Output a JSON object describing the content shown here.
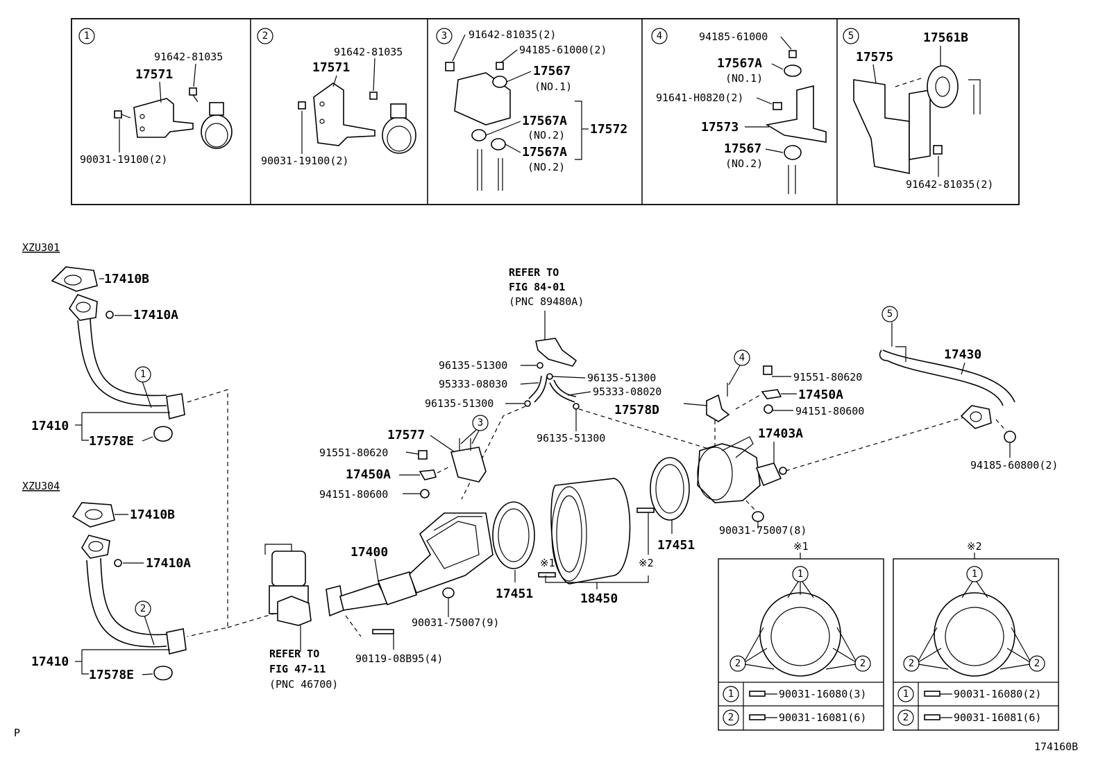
{
  "detail_boxes": {
    "d1": {
      "num": "1",
      "a": "91642-81035",
      "b": "17571",
      "c": "90031-19100(2)"
    },
    "d2": {
      "num": "2",
      "a": "91642-81035",
      "b": "17571",
      "c": "90031-19100(2)"
    },
    "d3": {
      "num": "3",
      "a": "91642-81035(2)",
      "b": "94185-61000(2)",
      "c": "17567",
      "c_sub": "(NO.1)",
      "d": "17567A",
      "d_sub": "(NO.2)",
      "e": "17567A",
      "e_sub": "(NO.2)",
      "f": "17572"
    },
    "d4": {
      "num": "4",
      "a": "94185-61000",
      "b": "17567A",
      "b_sub": "(NO.1)",
      "c": "91641-H0820(2)",
      "d": "17573",
      "e": "17567",
      "e_sub": "(NO.2)"
    },
    "d5": {
      "num": "5",
      "a": "17575",
      "b": "17561B",
      "c": "91642-81035(2)"
    }
  },
  "models": {
    "m1": "XZU301",
    "m2": "XZU304"
  },
  "parts": {
    "p17410B_1": "17410B",
    "p17410A_1": "17410A",
    "p17410_1": "17410",
    "p17578E_1": "17578E",
    "p17410B_2": "17410B",
    "p17410A_2": "17410A",
    "p17410_2": "17410",
    "p17578E_2": "17578E",
    "refer1_l1": "REFER TO",
    "refer1_l2": "FIG 84-01",
    "refer1_l3": "(PNC 89480A)",
    "refer2_l1": "REFER TO",
    "refer2_l2": "FIG 47-11",
    "refer2_l3": "(PNC 46700)",
    "p96135_a": "96135-51300",
    "p95333_a": "95333-08030",
    "p96135_b": "96135-51300",
    "p96135_c": "96135-51300",
    "p95333_b": "95333-08020",
    "p96135_d": "96135-51300",
    "p17577": "17577",
    "p91551_a": "91551-80620",
    "p17450A_a": "17450A",
    "p94151_a": "94151-80600",
    "p17400": "17400",
    "p90031_75007_9": "90031-75007(9)",
    "p90119": "90119-08B95(4)",
    "p17451_a": "17451",
    "p18450": "18450",
    "p17451_b": "17451",
    "note1": "※1",
    "note2": "※2",
    "p17578D": "17578D",
    "p91551_b": "91551-80620",
    "p17450A_b": "17450A",
    "p94151_b": "94151-80600",
    "p17403A": "17403A",
    "p90031_75007_8": "90031-75007(8)",
    "p17430": "17430",
    "p94185_60800": "94185-60800(2)",
    "c1": "1",
    "c2": "2",
    "c3": "3",
    "c4": "4",
    "c5": "5"
  },
  "flange_tables": {
    "t1": {
      "title": "※1",
      "r1_num": "1",
      "r1_part": "90031-16080(3)",
      "r2_num": "2",
      "r2_part": "90031-16081(6)"
    },
    "t2": {
      "title": "※2",
      "r1_num": "1",
      "r1_part": "90031-16080(2)",
      "r2_num": "2",
      "r2_part": "90031-16081(6)"
    }
  },
  "corner": {
    "left": "P",
    "right": "174160B"
  }
}
